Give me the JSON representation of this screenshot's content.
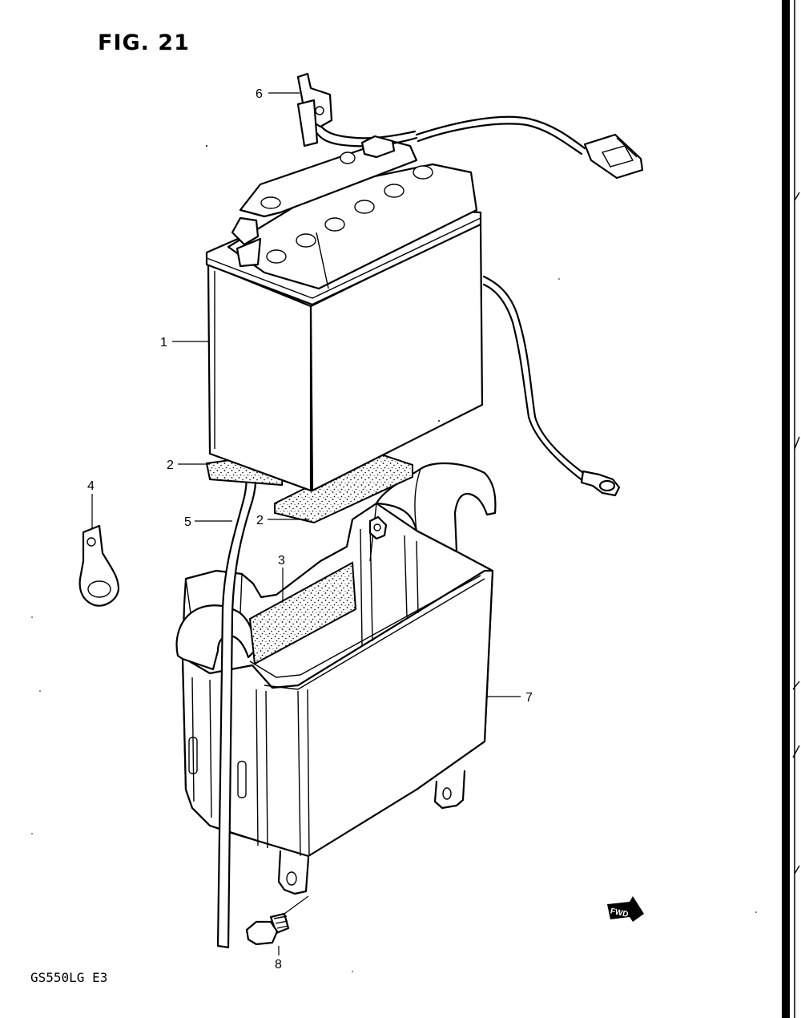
{
  "figure": {
    "title": "FIG. 21",
    "model_code": "GS550LG  E3"
  },
  "callouts": {
    "c1": "1",
    "c2a": "2",
    "c2b": "2",
    "c3": "3",
    "c4": "4",
    "c5": "5",
    "c6": "6",
    "c7": "7",
    "c8": "8"
  },
  "fwd_badge": {
    "label": "FWD"
  }
}
